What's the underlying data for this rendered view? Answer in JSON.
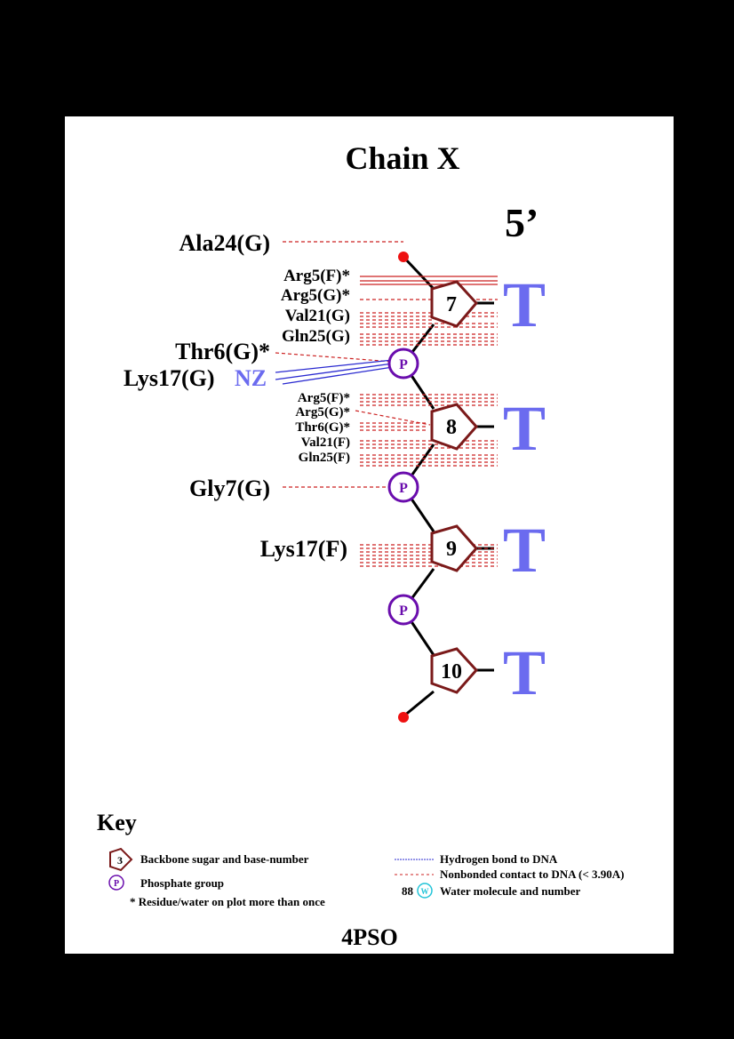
{
  "title": "Chain X",
  "five_prime": "5’",
  "footer": "4PSO",
  "colors": {
    "sugar": "#7b1a1a",
    "phosphate": "#6a0dad",
    "base": "#6b6bef",
    "hbond": "#2a2ad0",
    "nonbonded": "#cc2222",
    "terminal": "#ee1111",
    "water": "#22c4d8"
  },
  "nucleotides": [
    {
      "number": "7",
      "base": "T"
    },
    {
      "number": "8",
      "base": "T"
    },
    {
      "number": "9",
      "base": "T"
    },
    {
      "number": "10",
      "base": "T"
    }
  ],
  "phosphate_label": "P",
  "residues": {
    "ala24g": "Ala24(G)",
    "arg5f_1": "Arg5(F)*",
    "arg5g_1": "Arg5(G)*",
    "val21g": "Val21(G)",
    "gln25g": "Gln25(G)",
    "thr6g_1": "Thr6(G)*",
    "lys17g": "Lys17(G)",
    "lys17g_atom": "NZ",
    "arg5f_2": "Arg5(F)*",
    "arg5g_2": "Arg5(G)*",
    "thr6g_2": "Thr6(G)*",
    "val21f": "Val21(F)",
    "gln25f": "Gln25(F)",
    "gly7g": "Gly7(G)",
    "lys17f": "Lys17(F)"
  },
  "key": {
    "title": "Key",
    "sugar_example": "3",
    "sugar_text": "Backbone sugar and base-number",
    "phosphate_example": "P",
    "phosphate_text": "Phosphate group",
    "repeat_text": "* Residue/water on plot more than once",
    "hbond_text": "Hydrogen bond to DNA",
    "nonbonded_text": "Nonbonded contact to DNA (< 3.90A)",
    "water_number": "88",
    "water_symbol": "W",
    "water_text": "Water molecule and number"
  }
}
